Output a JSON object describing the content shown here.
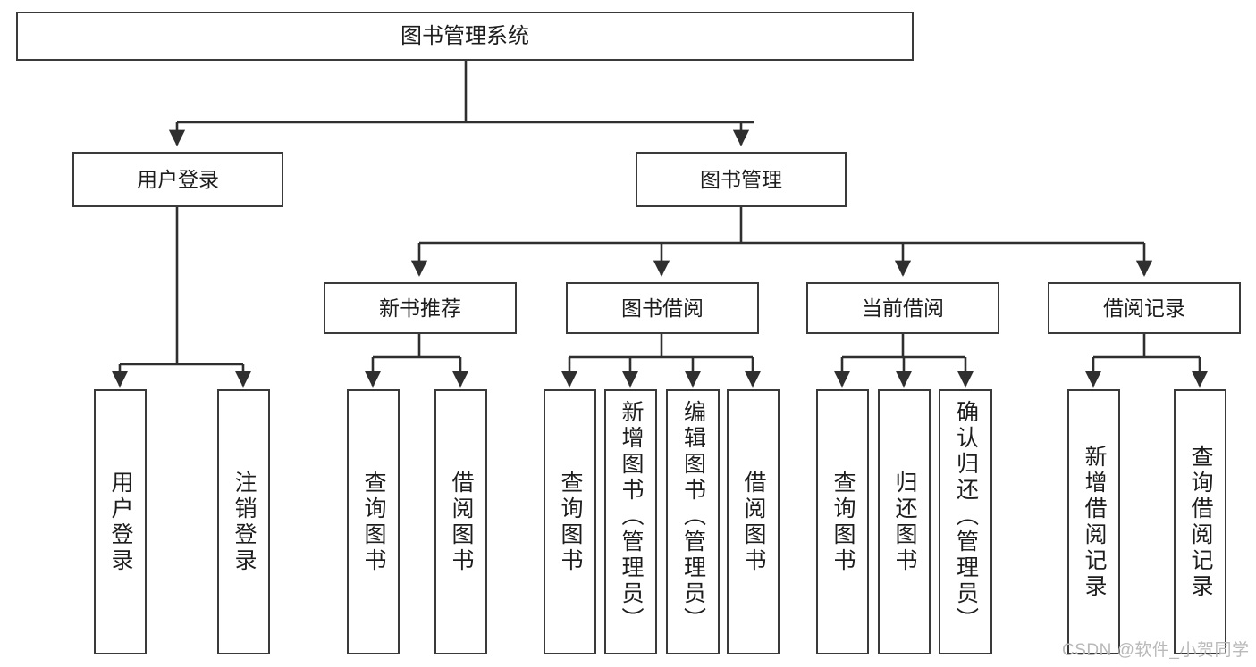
{
  "diagram": {
    "title": "图书管理系统",
    "type": "hierarchy-tree",
    "watermark": "CSDN @软件_小贺同学",
    "colors": {
      "box_border": "#3a3a3a",
      "box_fill": "#ffffff",
      "edge": "#2f2f2f",
      "text": "#1d1d1d",
      "watermark": "#b9b9b9",
      "background": "#ffffff"
    },
    "nodes": {
      "root": {
        "label": "图书管理系统"
      },
      "level2": [
        {
          "id": "user-login",
          "label": "用户登录"
        },
        {
          "id": "book-management",
          "label": "图书管理"
        }
      ],
      "level3": [
        {
          "id": "new-book-recommend",
          "label": "新书推荐"
        },
        {
          "id": "book-borrow",
          "label": "图书借阅"
        },
        {
          "id": "current-borrow",
          "label": "当前借阅"
        },
        {
          "id": "borrow-record",
          "label": "借阅记录"
        }
      ],
      "leaves": {
        "user_login": [
          {
            "id": "leaf-user-login",
            "label": "用户登录"
          },
          {
            "id": "leaf-logout-login",
            "label": "注销登录"
          }
        ],
        "new_book_recommend": [
          {
            "id": "leaf-query-book-1",
            "label": "查询图书"
          },
          {
            "id": "leaf-borrow-book-1",
            "label": "借阅图书"
          }
        ],
        "book_borrow": [
          {
            "id": "leaf-query-book-2",
            "label": "查询图书"
          },
          {
            "id": "leaf-add-book",
            "label": "新增图书（管理员）"
          },
          {
            "id": "leaf-edit-book",
            "label": "编辑图书（管理员）"
          },
          {
            "id": "leaf-borrow-book-2",
            "label": "借阅图书"
          }
        ],
        "current_borrow": [
          {
            "id": "leaf-query-book-3",
            "label": "查询图书"
          },
          {
            "id": "leaf-return-book",
            "label": "归还图书"
          },
          {
            "id": "leaf-confirm-return",
            "label": "确认归还（管理员）"
          }
        ],
        "borrow_record": [
          {
            "id": "leaf-add-record",
            "label": "新增借阅记录"
          },
          {
            "id": "leaf-query-record",
            "label": "查询借阅记录"
          }
        ]
      }
    }
  }
}
